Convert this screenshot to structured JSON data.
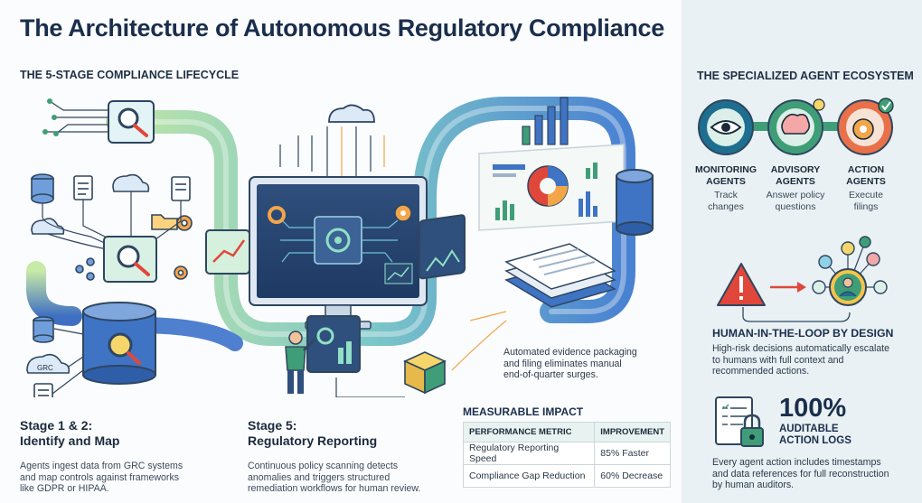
{
  "title": "The Architecture of Autonomous Regulatory Compliance",
  "lifecycle": {
    "heading": "THE 5-STAGE COMPLIANCE LIFECYCLE",
    "stage_12": {
      "title_line1": "Stage 1 & 2:",
      "title_line2": "Identify and Map",
      "desc_lines": [
        "Agents ingest data from GRC systems",
        "and map controls against frameworks",
        "like GDPR or HIPAA."
      ]
    },
    "stage_5": {
      "title_line1": "Stage 5:",
      "title_line2": "Regulatory Reporting",
      "desc_lines": [
        "Continuous policy scanning detects",
        "anomalies and triggers structured",
        "remediation workflows for human review."
      ]
    },
    "grc_label": "GRC",
    "evidence_note_lines": [
      "Automated evidence packaging",
      "and filing eliminates manual",
      "end-of-quarter surges."
    ]
  },
  "impact": {
    "heading": "MEASURABLE IMPACT",
    "columns": [
      "PERFORMANCE METRIC",
      "IMPROVEMENT"
    ],
    "rows": [
      [
        "Regulatory Reporting Speed",
        "85% Faster"
      ],
      [
        "Compliance Gap Reduction",
        "60% Decrease"
      ]
    ]
  },
  "ecosystem": {
    "heading": "THE SPECIALIZED AGENT ECOSYSTEM",
    "agents": [
      {
        "name_line1": "MONITORING",
        "name_line2": "AGENTS",
        "desc_line1": "Track",
        "desc_line2": "changes",
        "icon": "eye-icon",
        "color": "#1e6f8f"
      },
      {
        "name_line1": "ADVISORY",
        "name_line2": "AGENTS",
        "desc_line1": "Answer policy",
        "desc_line2": "questions",
        "icon": "brain-icon",
        "color": "#3f9e77"
      },
      {
        "name_line1": "ACTION",
        "name_line2": "AGENTS",
        "desc_line1": "Execute",
        "desc_line2": "filings",
        "icon": "gear-check-icon",
        "color": "#e8704a"
      }
    ]
  },
  "hitl": {
    "title": "HUMAN-IN-THE-LOOP BY DESIGN",
    "desc_lines": [
      "High-risk decisions automatically escalate",
      "to humans with full context and",
      "recommended actions."
    ]
  },
  "audit": {
    "percent": "100%",
    "label_line1": "AUDITABLE",
    "label_line2": "ACTION LOGS",
    "desc_lines": [
      "Every agent action includes timestamps",
      "and data references for full reconstruction",
      "by human auditors."
    ]
  },
  "colors": {
    "title": "#1a2e4c",
    "sidebar_bg": "#e9f1f4",
    "pipe_blue": "#3f73c4",
    "pipe_green": "#8ccf8a",
    "alert_red": "#e0473a"
  }
}
